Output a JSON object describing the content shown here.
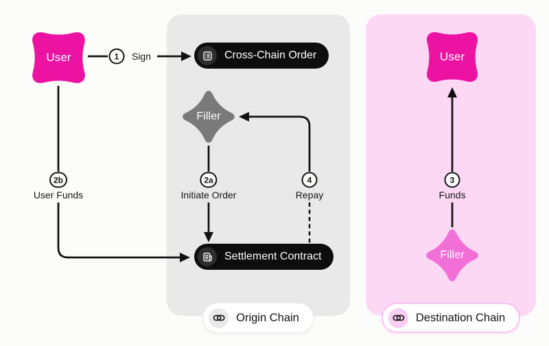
{
  "colors": {
    "bg": "#FCFCFA",
    "magenta": "#EC13A2",
    "pink_filler": "#F26FD7",
    "gray_filler": "#7A7A7A",
    "origin_panel": "#E9E9E9",
    "destination_panel": "#FCD8F5",
    "pill_black": "#0D0D0D",
    "line": "#111111"
  },
  "origin": {
    "user_label": "User",
    "order_pill": "Cross-Chain Order",
    "filler_label": "Filler",
    "settlement_pill": "Settlement Contract",
    "badge": "Origin Chain"
  },
  "destination": {
    "user_label": "User",
    "filler_label": "Filler",
    "badge": "Destination Chain"
  },
  "steps": {
    "sign": {
      "num": "1",
      "label": "Sign"
    },
    "initiate": {
      "num": "2a",
      "label": "Initiate Order"
    },
    "user_funds": {
      "num": "2b",
      "label": "User Funds"
    },
    "funds": {
      "num": "3",
      "label": "Funds"
    },
    "repay": {
      "num": "4",
      "label": "Repay"
    }
  },
  "icons": {
    "order": "order-document-icon",
    "settlement": "contract-document-icon",
    "chain": "link-icon"
  }
}
